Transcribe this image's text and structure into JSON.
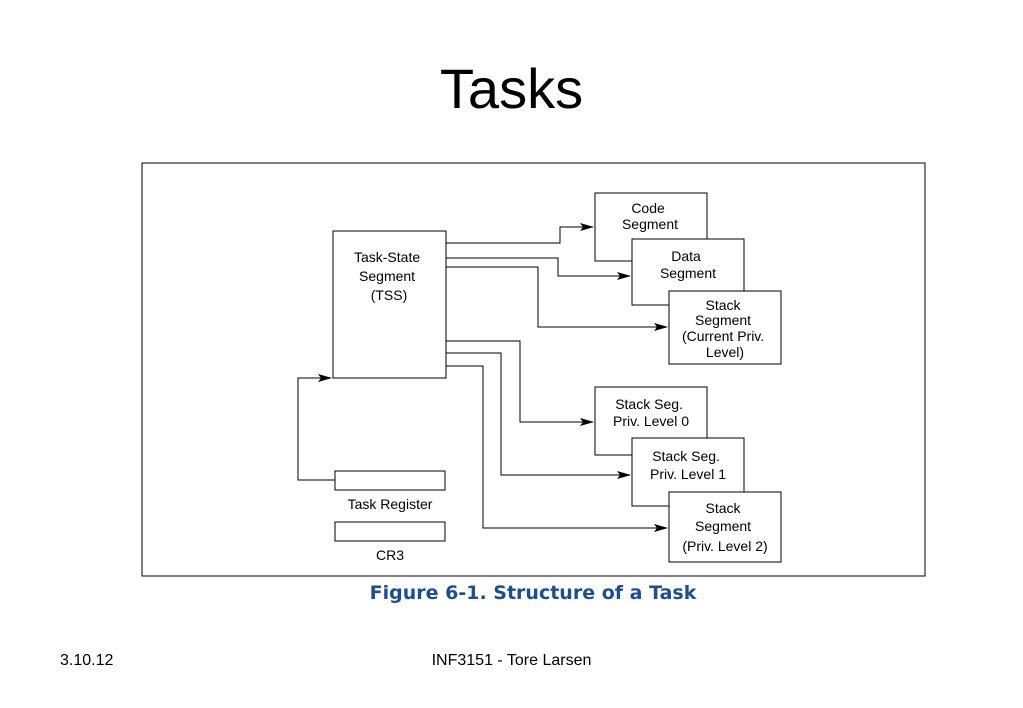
{
  "slide": {
    "title": "Tasks",
    "caption": "Figure 6-1.  Structure of a Task",
    "footer_date": "3.10.12",
    "footer_course": "INF3151 - Tore Larsen"
  },
  "diagram": {
    "tss": {
      "lines": [
        "Task-State",
        "Segment",
        "(TSS)"
      ]
    },
    "code_segment": {
      "lines": [
        "Code",
        "Segment"
      ]
    },
    "data_segment": {
      "lines": [
        "Data",
        "Segment"
      ]
    },
    "stack_segment_current": {
      "lines": [
        "Stack",
        "Segment",
        "(Current Priv.",
        "Level)"
      ]
    },
    "stack_seg_0": {
      "lines": [
        "Stack Seg.",
        "Priv. Level 0"
      ]
    },
    "stack_seg_1": {
      "lines": [
        "Stack Seg.",
        "Priv. Level 1"
      ]
    },
    "stack_segment_2": {
      "lines": [
        "Stack",
        "Segment",
        "(Priv. Level 2)"
      ]
    },
    "task_register": {
      "label": "Task Register"
    },
    "cr3": {
      "label": "CR3"
    }
  }
}
